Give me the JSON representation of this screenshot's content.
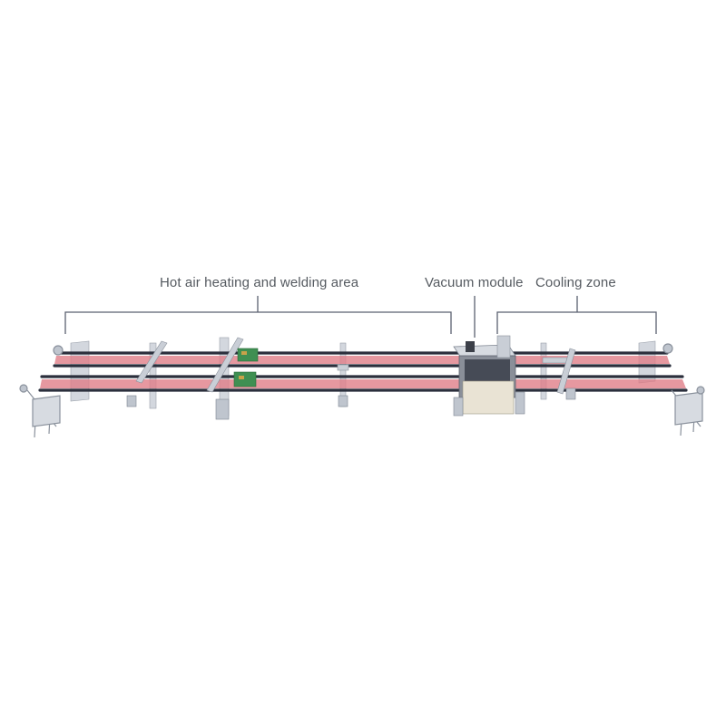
{
  "diagram": {
    "zones": {
      "heating": {
        "label": "Hot air heating and welding area"
      },
      "vacuum": {
        "label": "Vacuum module"
      },
      "cooling": {
        "label": "Cooling zone"
      }
    },
    "colors": {
      "bracket_line": "#5a6070",
      "label_text": "#555a60",
      "rail": "#2b2f3c",
      "belt": "#e07c86",
      "frame": "#c9ced6",
      "vacuum_box": "#8a8f99",
      "pcb": "#3f8f52"
    }
  }
}
